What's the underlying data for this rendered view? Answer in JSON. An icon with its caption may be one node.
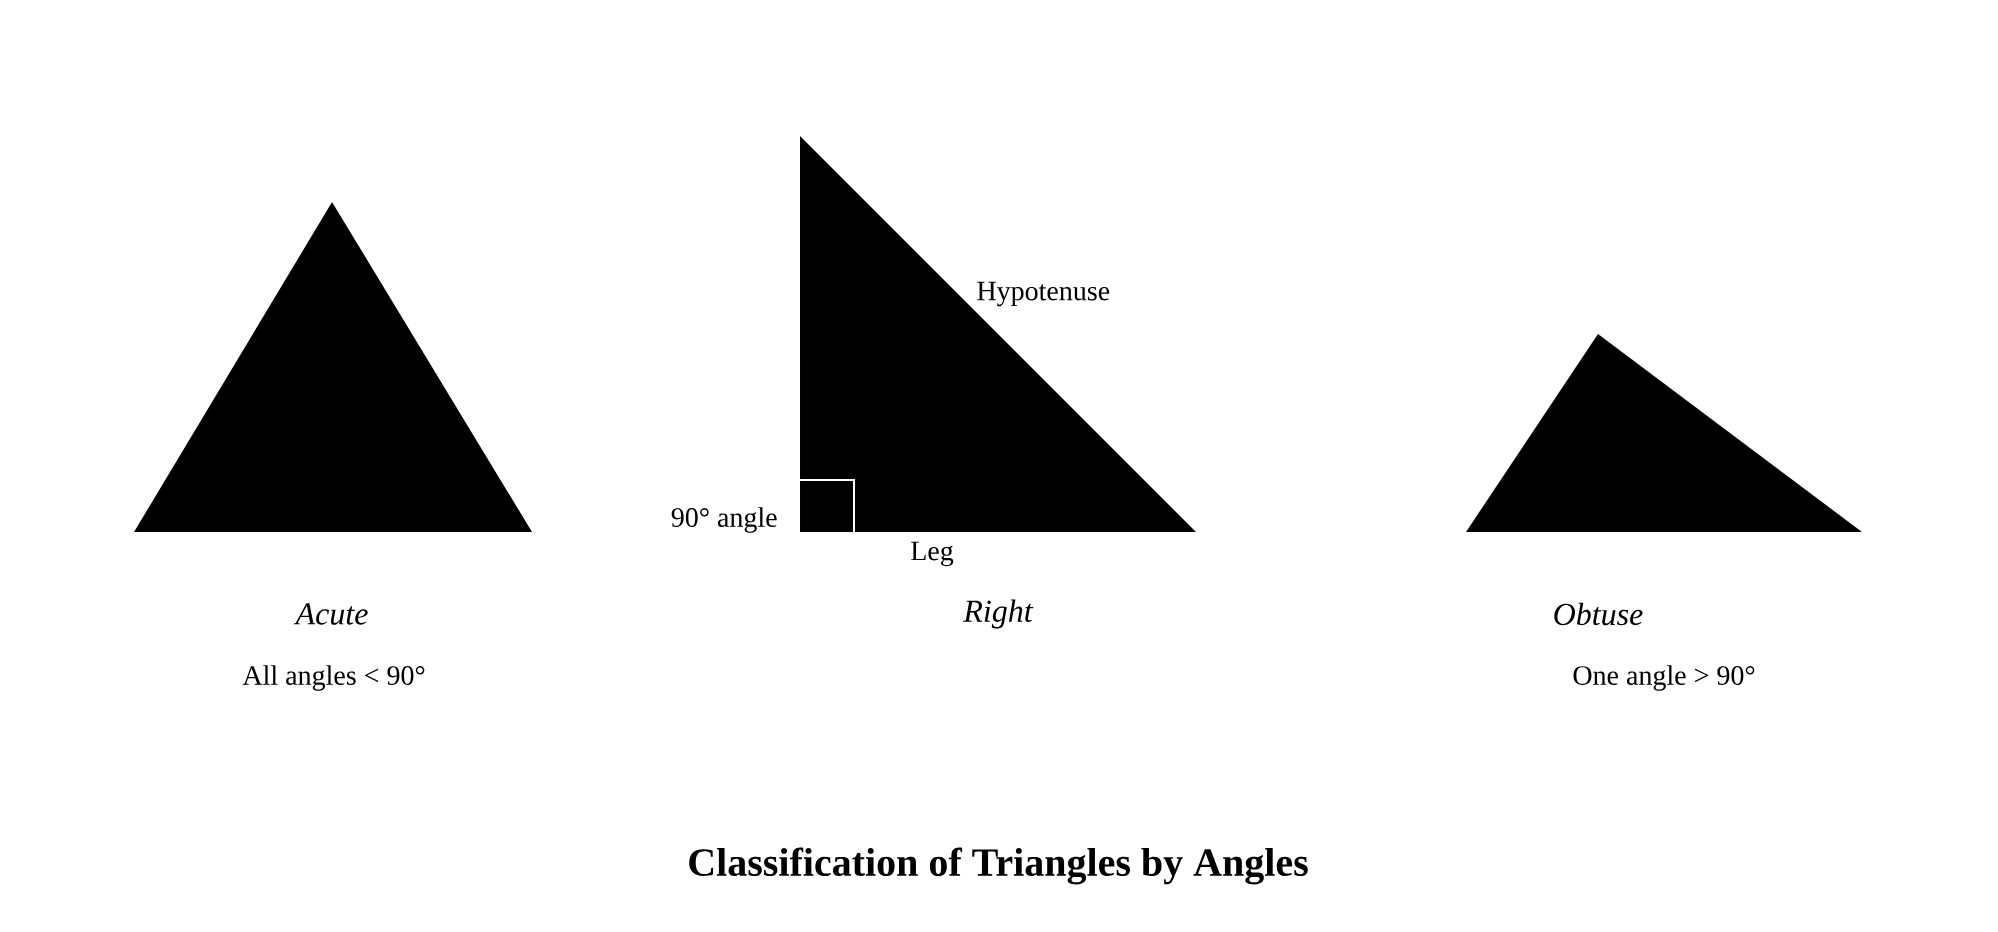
{
  "diagram": {
    "title": "Classification of Triangles by Angles",
    "nodes": [
      {
        "text": [],
        "shape": "triangle",
        "beside": [
          "Acute",
          "All angles < 90°"
        ]
      },
      {
        "text": [],
        "shape": "triangle",
        "beside": [
          "Right"
        ]
      },
      {
        "text": [],
        "shape": "triangle",
        "beside": [
          "Obtuse",
          "One angle > 90°"
        ]
      }
    ],
    "labels": [
      "Hypotenuse",
      "90° angle",
      "Leg"
    ]
  }
}
